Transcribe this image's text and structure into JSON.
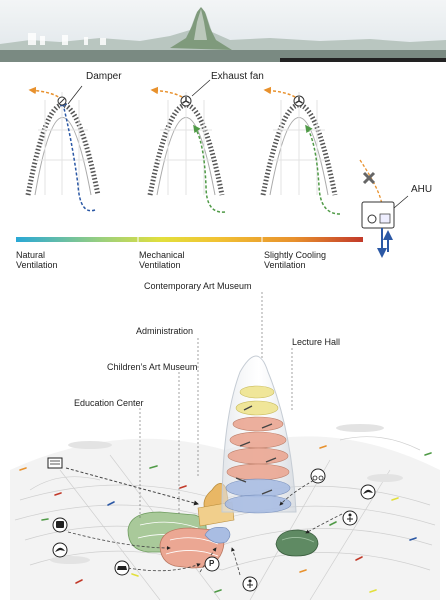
{
  "ventilation": {
    "damper_label": "Damper",
    "exhaust_fan_label": "Exhaust fan",
    "ahu_label": "AHU",
    "modes": [
      {
        "line1": "Natural",
        "line2": "Ventilation"
      },
      {
        "line1": "Mechanical",
        "line2": "Ventilation"
      },
      {
        "line1": "Slightly Cooling",
        "line2": "Ventilation"
      }
    ]
  },
  "program": {
    "contemporary_art_museum": "Contemporary Art Museum",
    "administration": "Administration",
    "lecture_hall": "Lecture Hall",
    "childrens_art_museum": "Children’s Art Museum",
    "education_center": "Education Center",
    "parking_symbol": "P"
  },
  "colors": {
    "sky": "#dfe6ea",
    "mountain": "#7f9a7c",
    "blue_arrow": "#2b58a5",
    "orange_arrow": "#e8912d",
    "green_arrow": "#4f9a46",
    "ahu_blue": "#2b58a5",
    "gradient": [
      "#29a8d6",
      "#e2df3c",
      "#f1c233",
      "#e8912d",
      "#c23a2a"
    ],
    "yellow_floor": "#efe48f",
    "salmon_floor": "#eba793",
    "green_floor": "#a9c99a",
    "blue_floor": "#a9bde3",
    "orange_floor": "#e9b765"
  },
  "icons": [
    "damper-icon",
    "fan-icon",
    "cross-icon",
    "bus-icon",
    "parking-icon",
    "car-icon",
    "bicycle-icon",
    "person-icon",
    "bird-icon",
    "billboard-icon"
  ]
}
